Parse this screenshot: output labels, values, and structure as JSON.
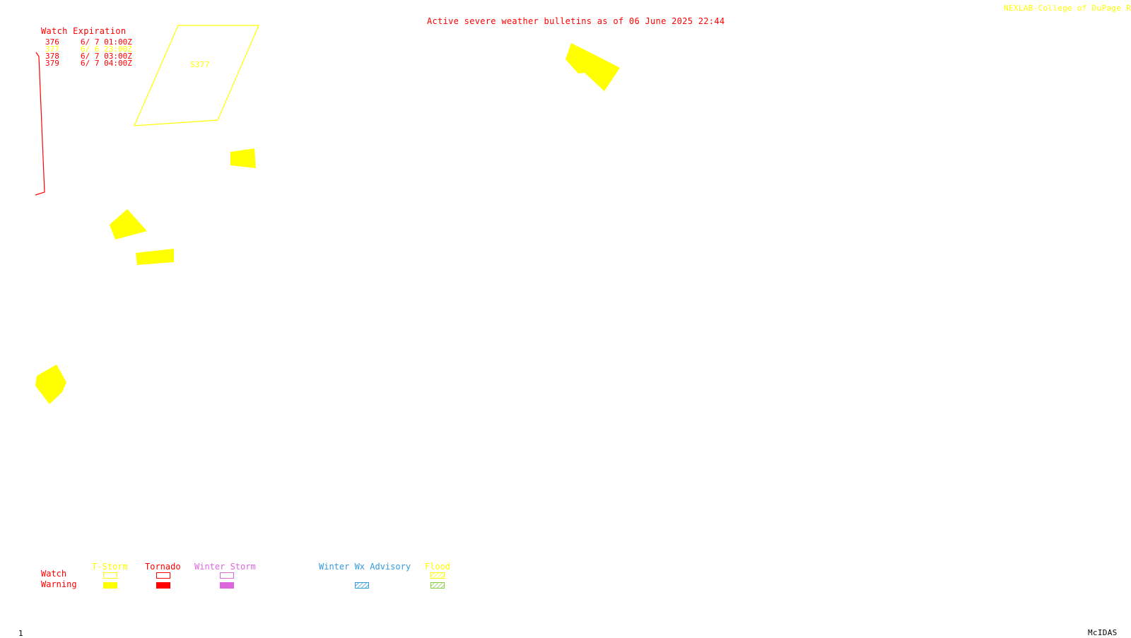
{
  "header": {
    "title": "Active severe weather bulletins as of 06 June 2025 22:44",
    "credit": "NEXLAB-College of DuPage R",
    "title_color": "#ff0000",
    "credit_color": "#ffff00"
  },
  "watch_table": {
    "heading": "Watch Expiration",
    "rows": [
      {
        "number": "376",
        "expires": "6/ 7 01:00Z",
        "color": "#ff0000"
      },
      {
        "number": "377",
        "expires": "6/ 6 23:00Z",
        "color": "#ffff00"
      },
      {
        "number": "378",
        "expires": "6/ 7 03:00Z",
        "color": "#ff0000"
      },
      {
        "number": "379",
        "expires": "6/ 7 04:00Z",
        "color": "#ff0000"
      }
    ]
  },
  "map": {
    "watch_label": "S377",
    "colors": {
      "tstorm_warning": "#ffff00",
      "tstorm_watch_outline": "#ffff00",
      "tornado_watch_outline": "#ff0000"
    }
  },
  "legend": {
    "row_labels": {
      "watch": "Watch",
      "warning": "Warning"
    },
    "categories": [
      {
        "label": "T-Storm",
        "color": "#ffff00"
      },
      {
        "label": "Tornado",
        "color": "#ff0000"
      },
      {
        "label": "Winter Storm",
        "color": "#dd66dd"
      },
      {
        "label": "Winter Wx Advisory",
        "color": "#3399dd"
      },
      {
        "label": "Flood",
        "color": "#ffff00",
        "warning_color": "#88cc44"
      }
    ]
  },
  "footer": {
    "frame_number": "1",
    "software": "McIDAS"
  }
}
